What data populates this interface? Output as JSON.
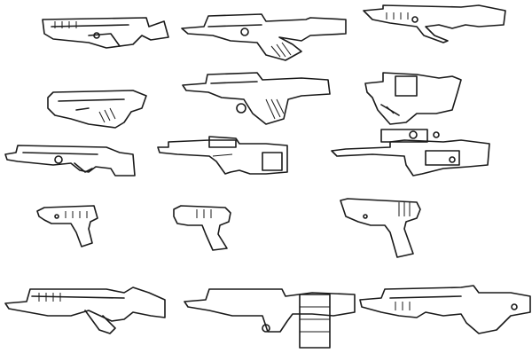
{
  "sheet": {
    "background": "#ffffff",
    "ink": "#1a1a1a",
    "rows": [
      {
        "row": 1,
        "items": [
          "rifle-sketch",
          "smg-sketch",
          "carbine-sketch"
        ]
      },
      {
        "row": 2,
        "items": [
          "rifle-sketch",
          "smg-sketch",
          "compact-smg-sketch"
        ]
      },
      {
        "row": 3,
        "items": [
          "rifle-sketch",
          "boxed-smg-sketch",
          "scoped-rifle-sketch"
        ]
      },
      {
        "row": 4,
        "items": [
          "pistol-sketch",
          "pistol-sketch",
          "pistol-sketch"
        ]
      },
      {
        "row": 5,
        "items": [
          "lmg-sketch",
          "lmg-sketch",
          "rifle-sketch"
        ]
      }
    ]
  }
}
